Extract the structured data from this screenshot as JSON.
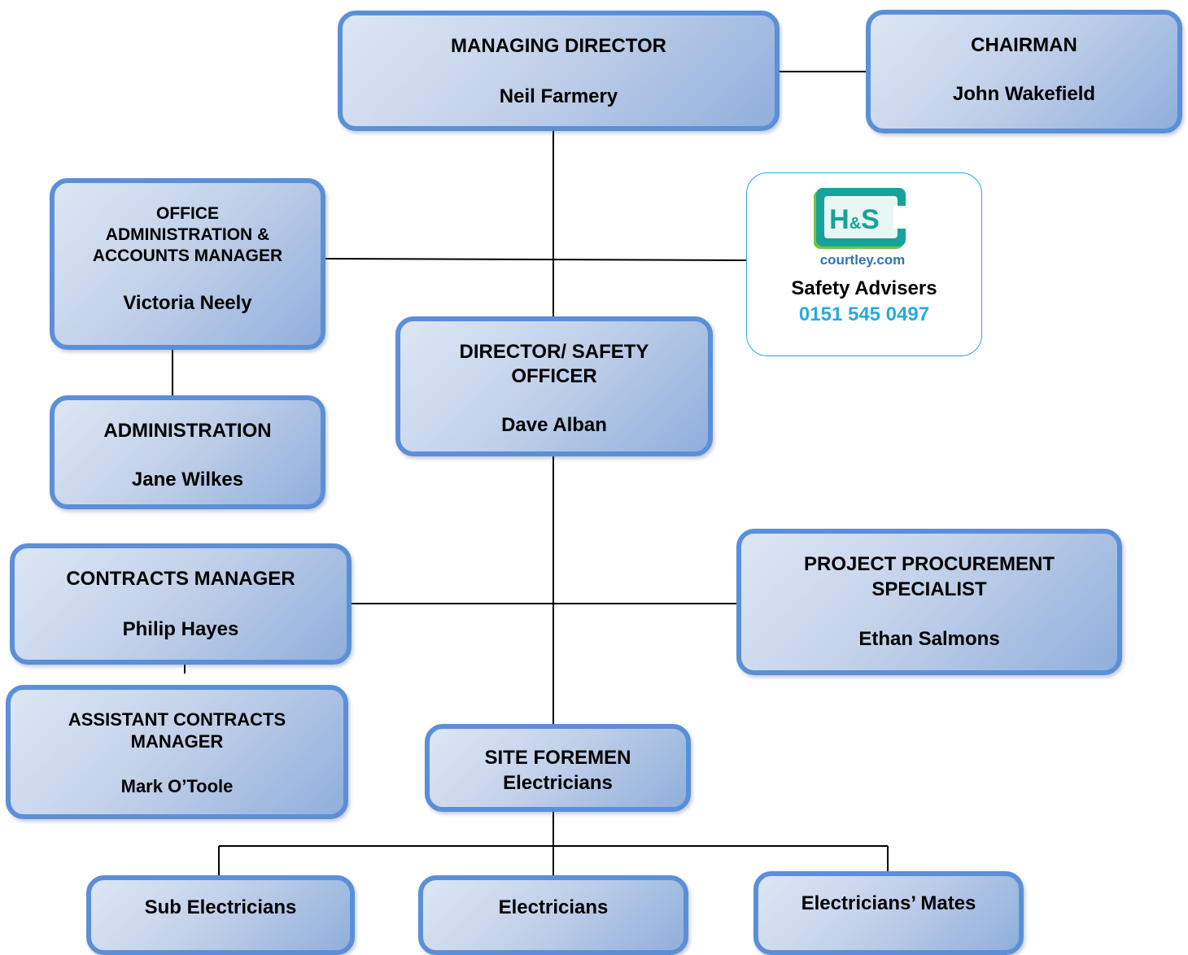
{
  "nodes": {
    "managing_director": {
      "title": "MANAGING DIRECTOR",
      "name": "Neil Farmery"
    },
    "chairman": {
      "title": "CHAIRMAN",
      "name": "John Wakefield"
    },
    "office_admin": {
      "title_1": "OFFICE",
      "title_2": "ADMINISTRATION &",
      "title_3": "ACCOUNTS MANAGER",
      "name": "Victoria Neely"
    },
    "director_safety": {
      "title_1": "DIRECTOR/ SAFETY",
      "title_2": "OFFICER",
      "name": "Dave Alban"
    },
    "administration": {
      "title": "ADMINISTRATION",
      "name": "Jane Wilkes"
    },
    "contracts_manager": {
      "title": "CONTRACTS MANAGER",
      "name": "Philip Hayes"
    },
    "procurement": {
      "title_1": "PROJECT PROCUREMENT",
      "title_2": "SPECIALIST",
      "name": "Ethan Salmons"
    },
    "assistant_contracts": {
      "title_1": "ASSISTANT CONTRACTS",
      "title_2": "MANAGER",
      "name": "Mark O’Toole"
    },
    "site_foremen": {
      "title": "SITE FOREMEN",
      "subtitle": "Electricians"
    },
    "sub_electricians": {
      "title": "Sub Electricians"
    },
    "electricians": {
      "title": "Electricians"
    },
    "electricians_mates": {
      "title": "Electricians’ Mates"
    }
  },
  "advisers": {
    "logo_text": "H&S",
    "logo_domain": "courtley.com",
    "label": "Safety Advisers",
    "phone": "0151 545 0497"
  },
  "colors": {
    "box_border": "#5b8fd8",
    "phone": "#29a9e0",
    "logo_teal": "#16a39a",
    "logo_green": "#7bc142",
    "logo_blue": "#2e74b5"
  }
}
